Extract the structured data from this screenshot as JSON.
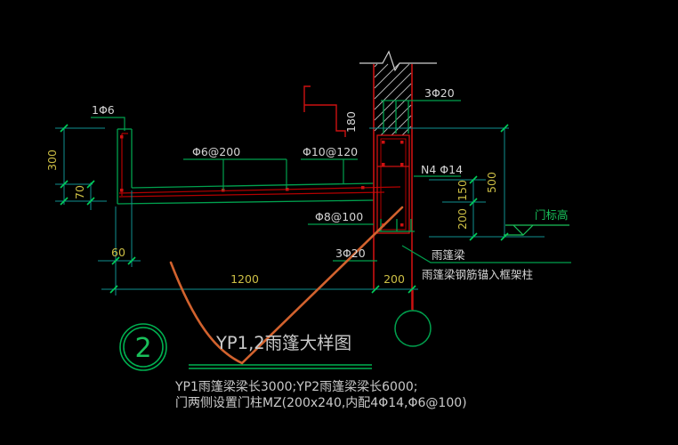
{
  "annotations": {
    "top_bar": "1Φ6",
    "slab_top_rebar": "Φ6@200",
    "slab_main_rebar": "Φ10@120",
    "beam_stirrup": "Φ8@100",
    "column_anchor_bars": "3Φ20",
    "beam_bottom_bars": "3Φ20",
    "beam_side_bars": "N4 Φ14",
    "beam_depth": "180",
    "door_elevation": "门标高",
    "canopy_beam": "雨篷梁",
    "canopy_beam_note": "雨篷梁钢筋锚入框架柱"
  },
  "dimensions": {
    "upturn_height": "300",
    "slab_thickness": "70",
    "edge_width": "60",
    "canopy_length": "1200",
    "column_width": "200",
    "right_150": "150",
    "right_200": "200",
    "right_total": "500"
  },
  "title_block": {
    "detail_number": "2",
    "title": "YP1,2雨篷大样图",
    "notes": [
      "YP1雨篷梁梁长3000;YP2雨篷梁梁长6000;",
      "门两侧设置门柱MZ(200x240,内配4Φ14,Φ6@100)"
    ]
  },
  "colors": {
    "background": "#000000",
    "line_green": "#00a14e",
    "dim_teal": "#0f8f8f",
    "tick_green": "#00cf5a",
    "line_red": "#cc1111",
    "rebar_red": "#b30000",
    "markup_orange": "#d2622e",
    "text_white": "#d6d6d6",
    "dim_yellow": "#cdbf45"
  }
}
